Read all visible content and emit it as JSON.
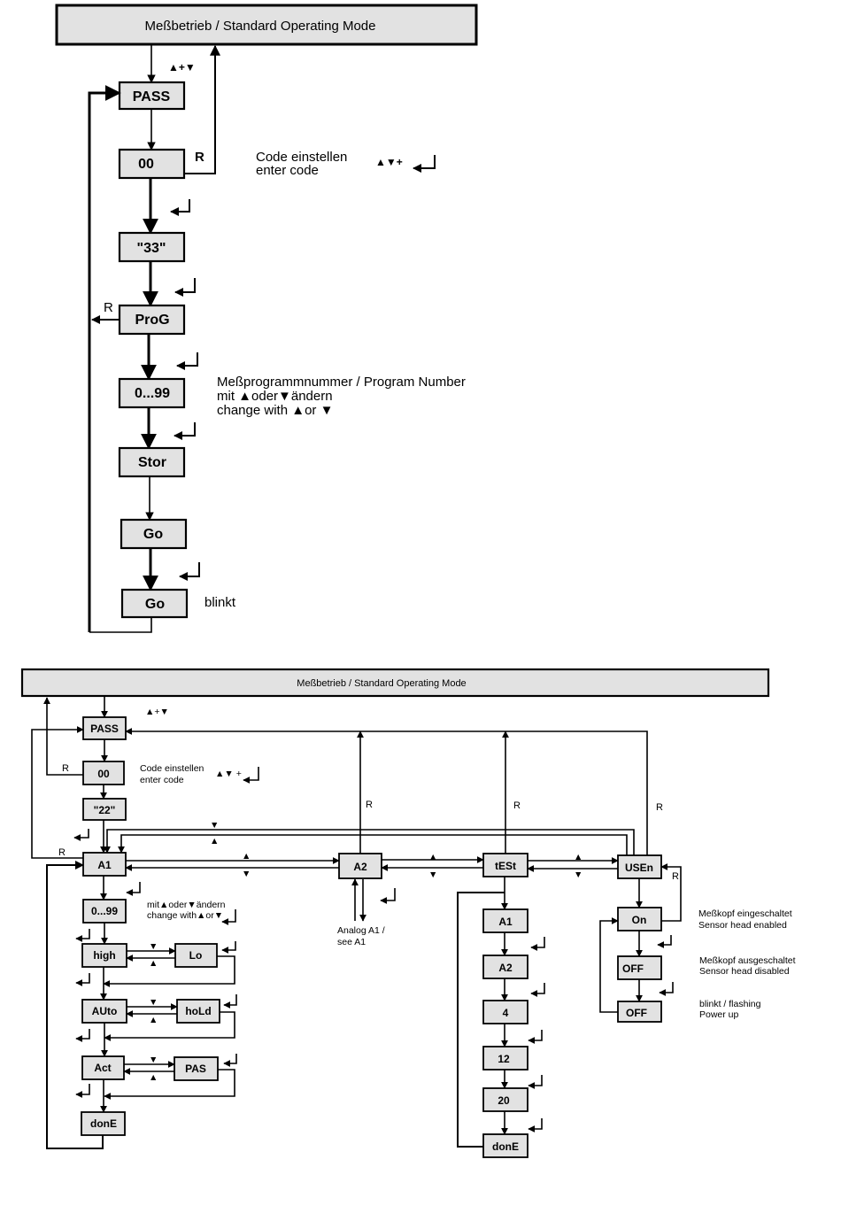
{
  "top": {
    "header": "Meßbetrieb / Standard Operating Mode",
    "keys_updown": "▲+▼",
    "pass": "PASS",
    "code": "00",
    "r_label": "R",
    "code_note_de": "Code einstellen",
    "code_note_en": "enter code",
    "code_keys": "▲▼+",
    "val33": "\"33\"",
    "r_label2": "R",
    "prog": "ProG",
    "range": "0...99",
    "prog_note_1": "Meßprogrammnummer / Program Number",
    "prog_note_2": "mit ▲oder▼ändern",
    "prog_note_3": "change with ▲or ▼",
    "stor": "Stor",
    "go1": "Go",
    "go2": "Go",
    "blink": "blinkt"
  },
  "bottom": {
    "header": "Meßbetrieb / Standard Operating Mode",
    "keys_updown": "▲+▼",
    "pass": "PASS",
    "code": "00",
    "r_code": "R",
    "code_note_de": "Code einstellen",
    "code_note_en": "enter code",
    "code_keys": "▲▼ +",
    "val22": "\"22\"",
    "r_a1": "R",
    "a1": "A1",
    "a2": "A2",
    "test": "tESt",
    "usen": "USEn",
    "r_a2": "R",
    "r_test": "R",
    "r_usen": "R",
    "r_on": "R",
    "range": "0...99",
    "range_note_1": "mit▲oder▼ändern",
    "range_note_2": "change with▲or▼",
    "high": "high",
    "lo": "Lo",
    "auto": "AUto",
    "hold": "hoLd",
    "act": "Act",
    "pas": "PAS",
    "done1": "donE",
    "analog_1": "Analog A1 /",
    "analog_2": "see A1",
    "t_a1": "A1",
    "t_a2": "A2",
    "t_4": "4",
    "t_12": "12",
    "t_20": "20",
    "t_done": "donE",
    "on": "On",
    "off1": "OFF",
    "off2": "OFF",
    "on_note_1": "Meßkopf eingeschaltet",
    "on_note_2": "Sensor head enabled",
    "off_note_1": "Meßkopf ausgeschaltet",
    "off_note_2": "Sensor head disabled",
    "blink_note_1": "blinkt / flashing",
    "blink_note_2": "Power up"
  }
}
